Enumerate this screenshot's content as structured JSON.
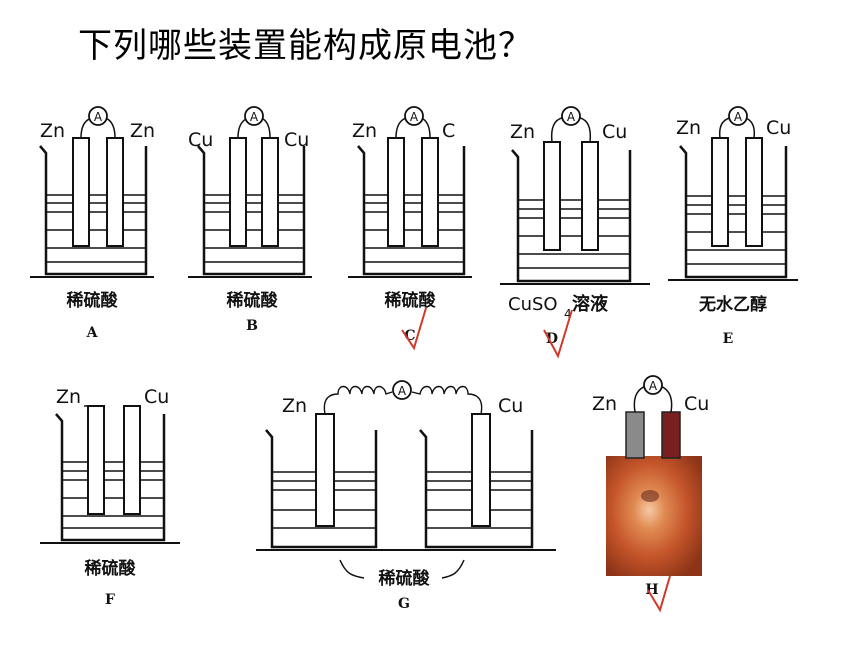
{
  "title": "下列哪些装置能构成原电池？",
  "meter": "A",
  "setups": [
    {
      "id": "A",
      "left": "Zn",
      "right": "Zn",
      "solution": "稀硫酸",
      "correct": false
    },
    {
      "id": "B",
      "left": "Cu",
      "right": "Cu",
      "solution": "稀硫酸",
      "correct": false
    },
    {
      "id": "C",
      "left": "Zn",
      "right": "C",
      "solution": "稀硫酸",
      "correct": true
    },
    {
      "id": "D",
      "left": "Zn",
      "right": "Cu",
      "solution": "CuSO",
      "solution_sub": "4",
      "solution_tail": " 溶液",
      "correct": true
    },
    {
      "id": "E",
      "left": "Zn",
      "right": "Cu",
      "solution": "无水乙醇",
      "correct": false
    },
    {
      "id": "F",
      "left": "Zn",
      "right": "Cu",
      "solution": "稀硫酸",
      "correct": false
    },
    {
      "id": "G",
      "left": "Zn",
      "right": "Cu",
      "solution": "稀硫酸",
      "correct": false
    },
    {
      "id": "H",
      "left": "Zn",
      "right": "Cu",
      "solution": "",
      "correct": true
    }
  ],
  "colors": {
    "ink": "#111111",
    "check": "#d0392b",
    "fruit": "#c9662f",
    "cu_electrode": "#7a1f1f",
    "zn_electrode": "#8a8a8a"
  }
}
